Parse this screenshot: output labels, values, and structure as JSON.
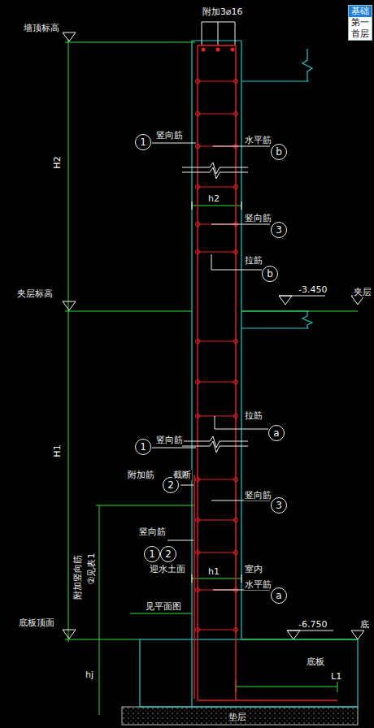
{
  "diagram": {
    "nodes": [
      {
        "text": [
          "基础",
          "第一",
          "首层"
        ]
      },
      {
        "text": [
          "1"
        ]
      },
      {
        "text": [
          "b"
        ]
      },
      {
        "text": [
          "3"
        ]
      },
      {
        "text": [
          "b"
        ]
      },
      {
        "text": [
          "1"
        ]
      },
      {
        "text": [
          "a"
        ]
      },
      {
        "text": [
          "2"
        ]
      },
      {
        "text": [
          "3"
        ]
      },
      {
        "text": [
          "1"
        ]
      },
      {
        "text": [
          "2"
        ]
      },
      {
        "text": [
          "a"
        ]
      }
    ],
    "labels": [
      "墙顶标高",
      "附加3⌀16",
      "H2",
      "竖向筋",
      "水平筋",
      "h2",
      "竖向筋",
      "拉筋",
      "夹层标高",
      "-3.450",
      "夹层",
      "H1",
      "竖向筋",
      "拉筋",
      "附加筋",
      "截断",
      "竖向筋",
      "竖向筋",
      "迎水土面",
      "室内",
      "h1",
      "水平筋",
      "附加竖向筋",
      "②见表1",
      "见平面图",
      "底板顶面",
      "-6.750",
      "底",
      "hj",
      "底板",
      "L1",
      "垫层"
    ]
  }
}
